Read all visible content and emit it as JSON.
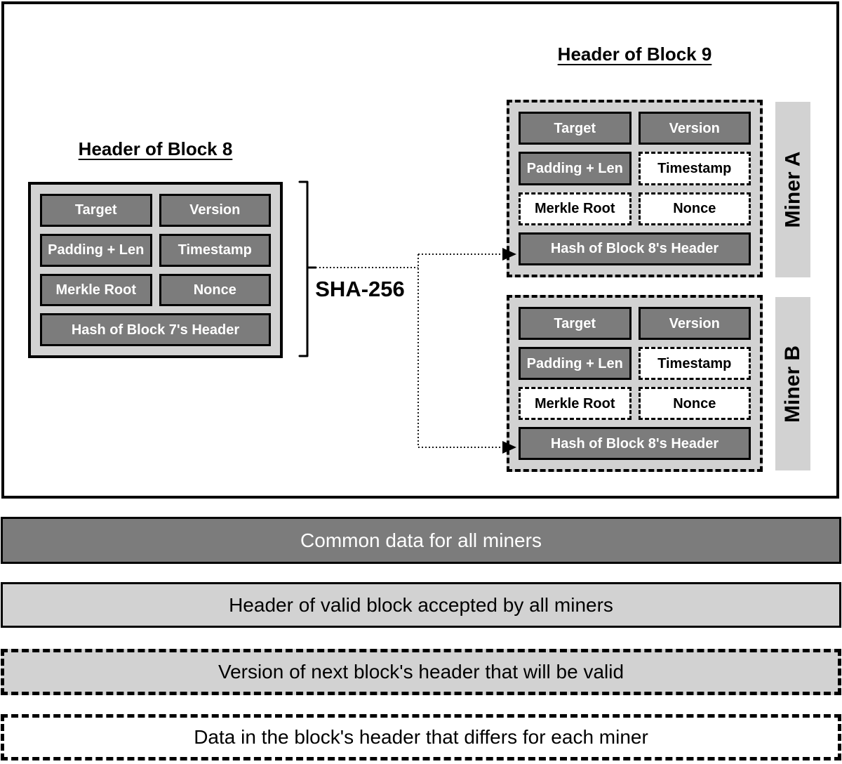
{
  "colors": {
    "dark_gray": "#7c7c7c",
    "light_gray": "#d2d2d2",
    "border_black": "#000000",
    "text_white": "#ffffff"
  },
  "diagram": {
    "sha_label": "SHA-256",
    "block8": {
      "title": "Header of Block 8",
      "cells": [
        {
          "label": "Target",
          "style": "common"
        },
        {
          "label": "Version",
          "style": "common"
        },
        {
          "label": "Padding + Len",
          "style": "common"
        },
        {
          "label": "Timestamp",
          "style": "common"
        },
        {
          "label": "Merkle Root",
          "style": "common"
        },
        {
          "label": "Nonce",
          "style": "common"
        },
        {
          "label": "Hash of Block 7's Header",
          "style": "common",
          "span": 2
        }
      ]
    },
    "block9": {
      "title": "Header of Block 9",
      "miners": [
        {
          "name": "Miner A",
          "cells": [
            {
              "label": "Target",
              "style": "common"
            },
            {
              "label": "Version",
              "style": "common"
            },
            {
              "label": "Padding + Len",
              "style": "common"
            },
            {
              "label": "Timestamp",
              "style": "differs"
            },
            {
              "label": "Merkle Root",
              "style": "differs"
            },
            {
              "label": "Nonce",
              "style": "differs"
            },
            {
              "label": "Hash of Block 8's Header",
              "style": "common",
              "span": 2
            }
          ]
        },
        {
          "name": "Miner B",
          "cells": [
            {
              "label": "Target",
              "style": "common"
            },
            {
              "label": "Version",
              "style": "common"
            },
            {
              "label": "Padding + Len",
              "style": "common"
            },
            {
              "label": "Timestamp",
              "style": "differs"
            },
            {
              "label": "Merkle Root",
              "style": "differs"
            },
            {
              "label": "Nonce",
              "style": "differs"
            },
            {
              "label": "Hash of Block 8's Header",
              "style": "common",
              "span": 2
            }
          ]
        }
      ]
    }
  },
  "legend": [
    {
      "label": "Common data for all miners",
      "style": "common"
    },
    {
      "label": "Header of valid block accepted by all miners",
      "style": "valid"
    },
    {
      "label": "Version of next block's header that will be valid",
      "style": "next_version"
    },
    {
      "label": "Data in the block's header that differs for each miner",
      "style": "differs"
    }
  ]
}
